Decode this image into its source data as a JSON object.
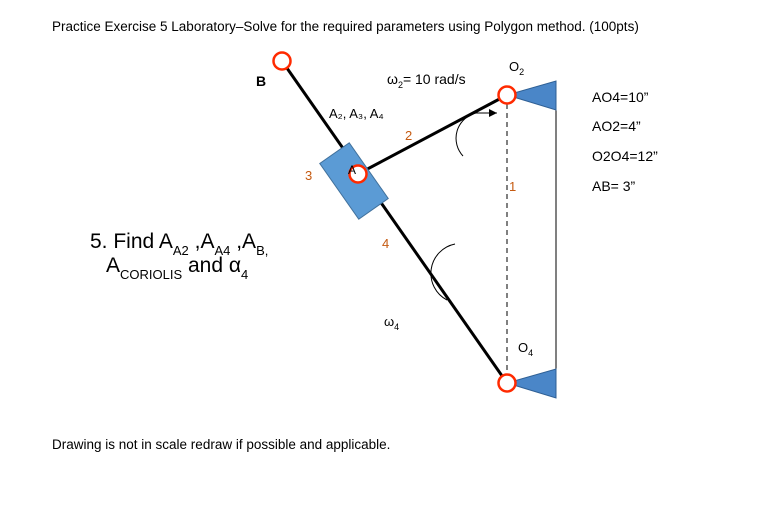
{
  "header": {
    "title": "Practice Exercise 5 Laboratory–Solve for the required parameters using Polygon method. (100pts)"
  },
  "footer": {
    "note": "Drawing is not in scale redraw if possible and applicable."
  },
  "diagram": {
    "labels": {
      "point_b": "B",
      "point_a": "A",
      "omega2": "ω",
      "omega2_sub": "2",
      "omega2_value": "= 10 rad/s",
      "o2": "O",
      "o2_sub": "2",
      "o4": "O",
      "o4_sub": "4",
      "omega4": "ω",
      "omega4_sub": "4",
      "link1": "1",
      "link2": "2",
      "link3": "3",
      "link4": "4",
      "coincident_points": "A₂, A₃, A₄"
    },
    "given": [
      "AO4=10”",
      "AO2=4”",
      "O2O4=12”",
      "AB= 3”"
    ],
    "task": {
      "number": "5. Find A",
      "a2_sub": "A2",
      "comma1": " ,A",
      "a4_sub": "A4",
      "comma2": " ,A",
      "b_sub": "B,",
      "coriolis": "A",
      "coriolis_sub": "CORIOLIS",
      "and": " and ",
      "alpha": "α",
      "alpha_sub": "4"
    },
    "colors": {
      "slider": "#5b9bd5",
      "slider_stroke": "#41719c",
      "ground": "#4a86c8",
      "pin": "#ff2a00",
      "link": "#000000"
    }
  }
}
